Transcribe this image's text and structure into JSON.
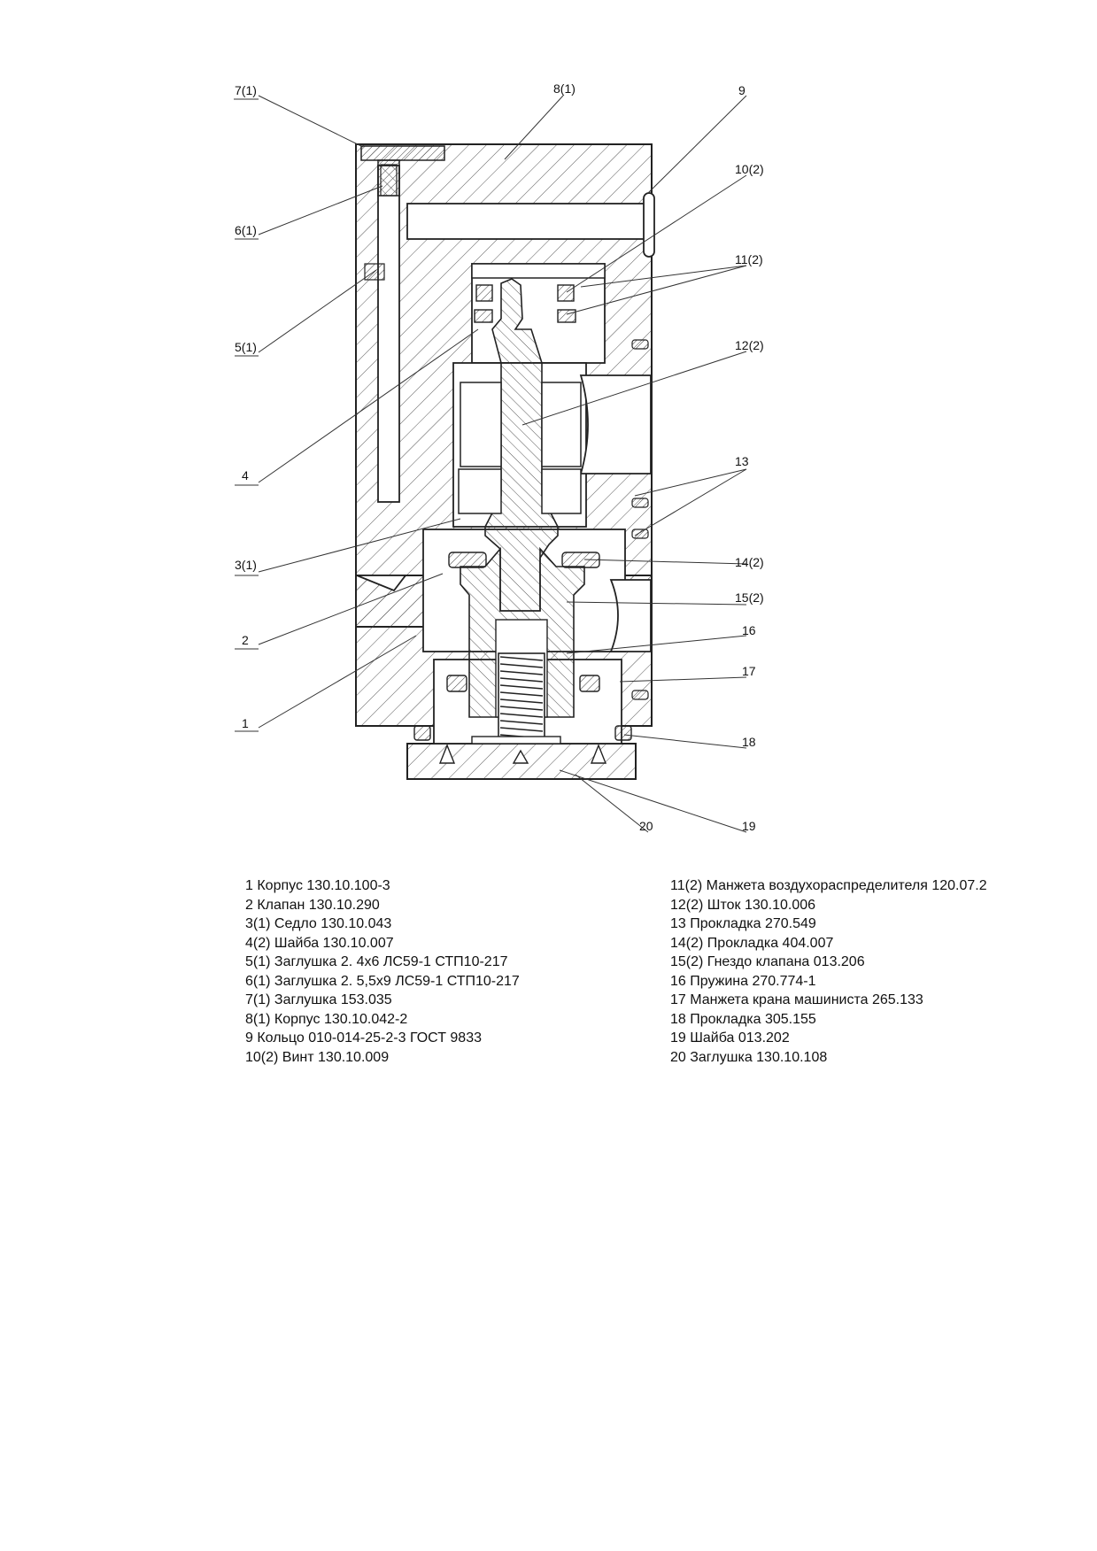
{
  "callouts": {
    "c7": "7(1)",
    "c8": "8(1)",
    "c9": "9",
    "c10": "10(2)",
    "c11": "11(2)",
    "c6": "6(1)",
    "c5": "5(1)",
    "c12": "12(2)",
    "c4": "4",
    "c13": "13",
    "c3": "3(1)",
    "c14": "14(2)",
    "c15": "15(2)",
    "c2": "2",
    "c16": "16",
    "c17": "17",
    "c1": "1",
    "c18": "18",
    "c20": "20",
    "c19": "19"
  },
  "legend_left": [
    "1  Корпус 130.10.100-3",
    "2  Клапан 130.10.290",
    "3(1)  Седло 130.10.043",
    "4(2)  Шайба 130.10.007",
    "5(1)  Заглушка 2. 4х6 ЛС59-1 СТП10-217",
    "6(1)  Заглушка 2. 5,5х9 ЛС59-1 СТП10-217",
    "7(1)  Заглушка 153.035",
    "8(1)  Корпус 130.10.042-2",
    "9  Кольцо 010-014-25-2-3 ГОСТ 9833",
    "10(2)  Винт 130.10.009"
  ],
  "legend_right": [
    "11(2) Манжета воздухораспределителя 120.07.2",
    "12(2)  Шток 130.10.006",
    "13  Прокладка 270.549",
    "14(2)  Прокладка 404.007",
    "15(2)  Гнездо клапана 013.206",
    "16  Пружина 270.774-1",
    "17  Манжета крана машиниста 265.133",
    "18  Прокладка 305.155",
    "19  Шайба  013.202",
    "20  Заглушка 130.10.108"
  ]
}
